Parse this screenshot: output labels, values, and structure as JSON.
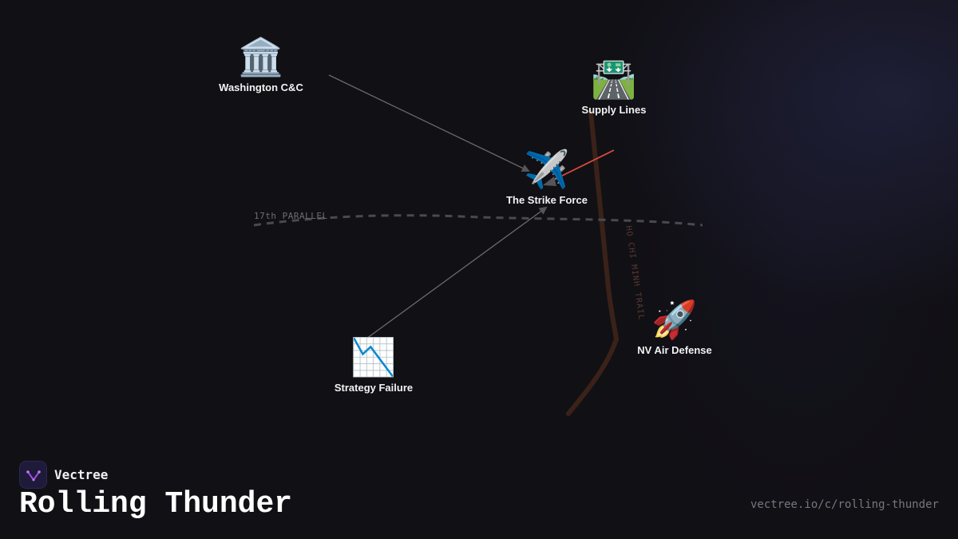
{
  "map": {
    "parallel_label": "17th PARALLEL",
    "trail_label": "HO CHI MINH TRAIL",
    "trail_color": "#3a2218",
    "parallel_color": "#4a4a4e"
  },
  "nodes": [
    {
      "id": "washington",
      "label": "Washington C&C",
      "icon": "classical-building-icon",
      "emoji": "🏛️"
    },
    {
      "id": "supply",
      "label": "Supply Lines",
      "icon": "motorway-icon",
      "emoji": "🛣️"
    },
    {
      "id": "strike",
      "label": "The Strike Force",
      "icon": "airplane-icon",
      "emoji": "✈️"
    },
    {
      "id": "airdef",
      "label": "NV Air Defense",
      "icon": "rocket-icon",
      "emoji": "🚀"
    },
    {
      "id": "failure",
      "label": "Strategy Failure",
      "icon": "chart-decreasing-icon",
      "emoji": "📉"
    }
  ],
  "edges": [
    {
      "from": "washington",
      "to": "strike",
      "color": "#6a6a6e"
    },
    {
      "from": "supply",
      "to": "strike",
      "color": "#d94a3f"
    },
    {
      "from": "failure",
      "to": "strike",
      "color": "#6a6a6e"
    }
  ],
  "brand": {
    "name": "Vectree",
    "accent": "#a04adf"
  },
  "title": "Rolling Thunder",
  "url": "vectree.io/c/rolling-thunder"
}
